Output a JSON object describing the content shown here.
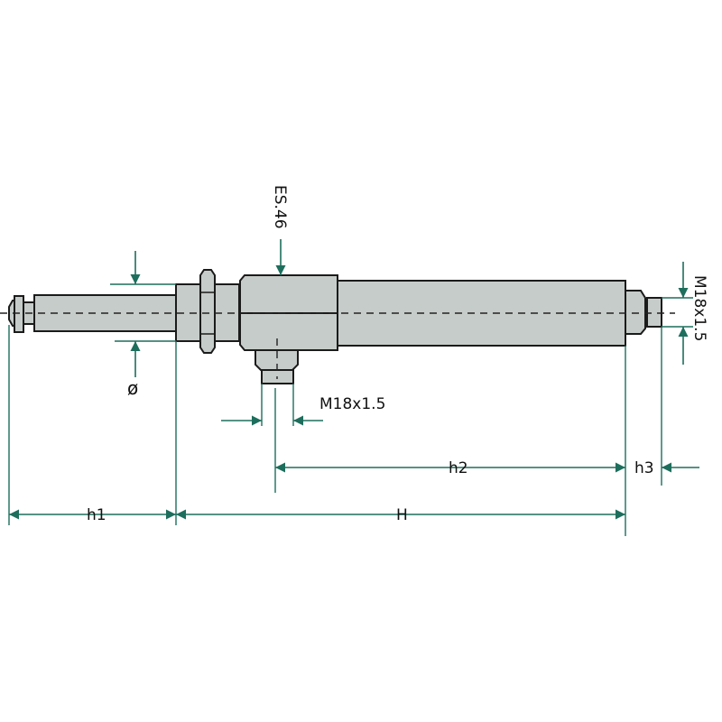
{
  "diagram": {
    "labels": {
      "es": "ES.46",
      "diameter": "ø",
      "thread_bottom": "M18x1.5",
      "thread_right": "M18x1.5",
      "h1": "h1",
      "H": "H",
      "h2": "h2",
      "h3": "h3"
    },
    "colors": {
      "dimension": "#1d6e5c",
      "part": "#c6ccc9",
      "outline": "#1b1b1b"
    }
  }
}
